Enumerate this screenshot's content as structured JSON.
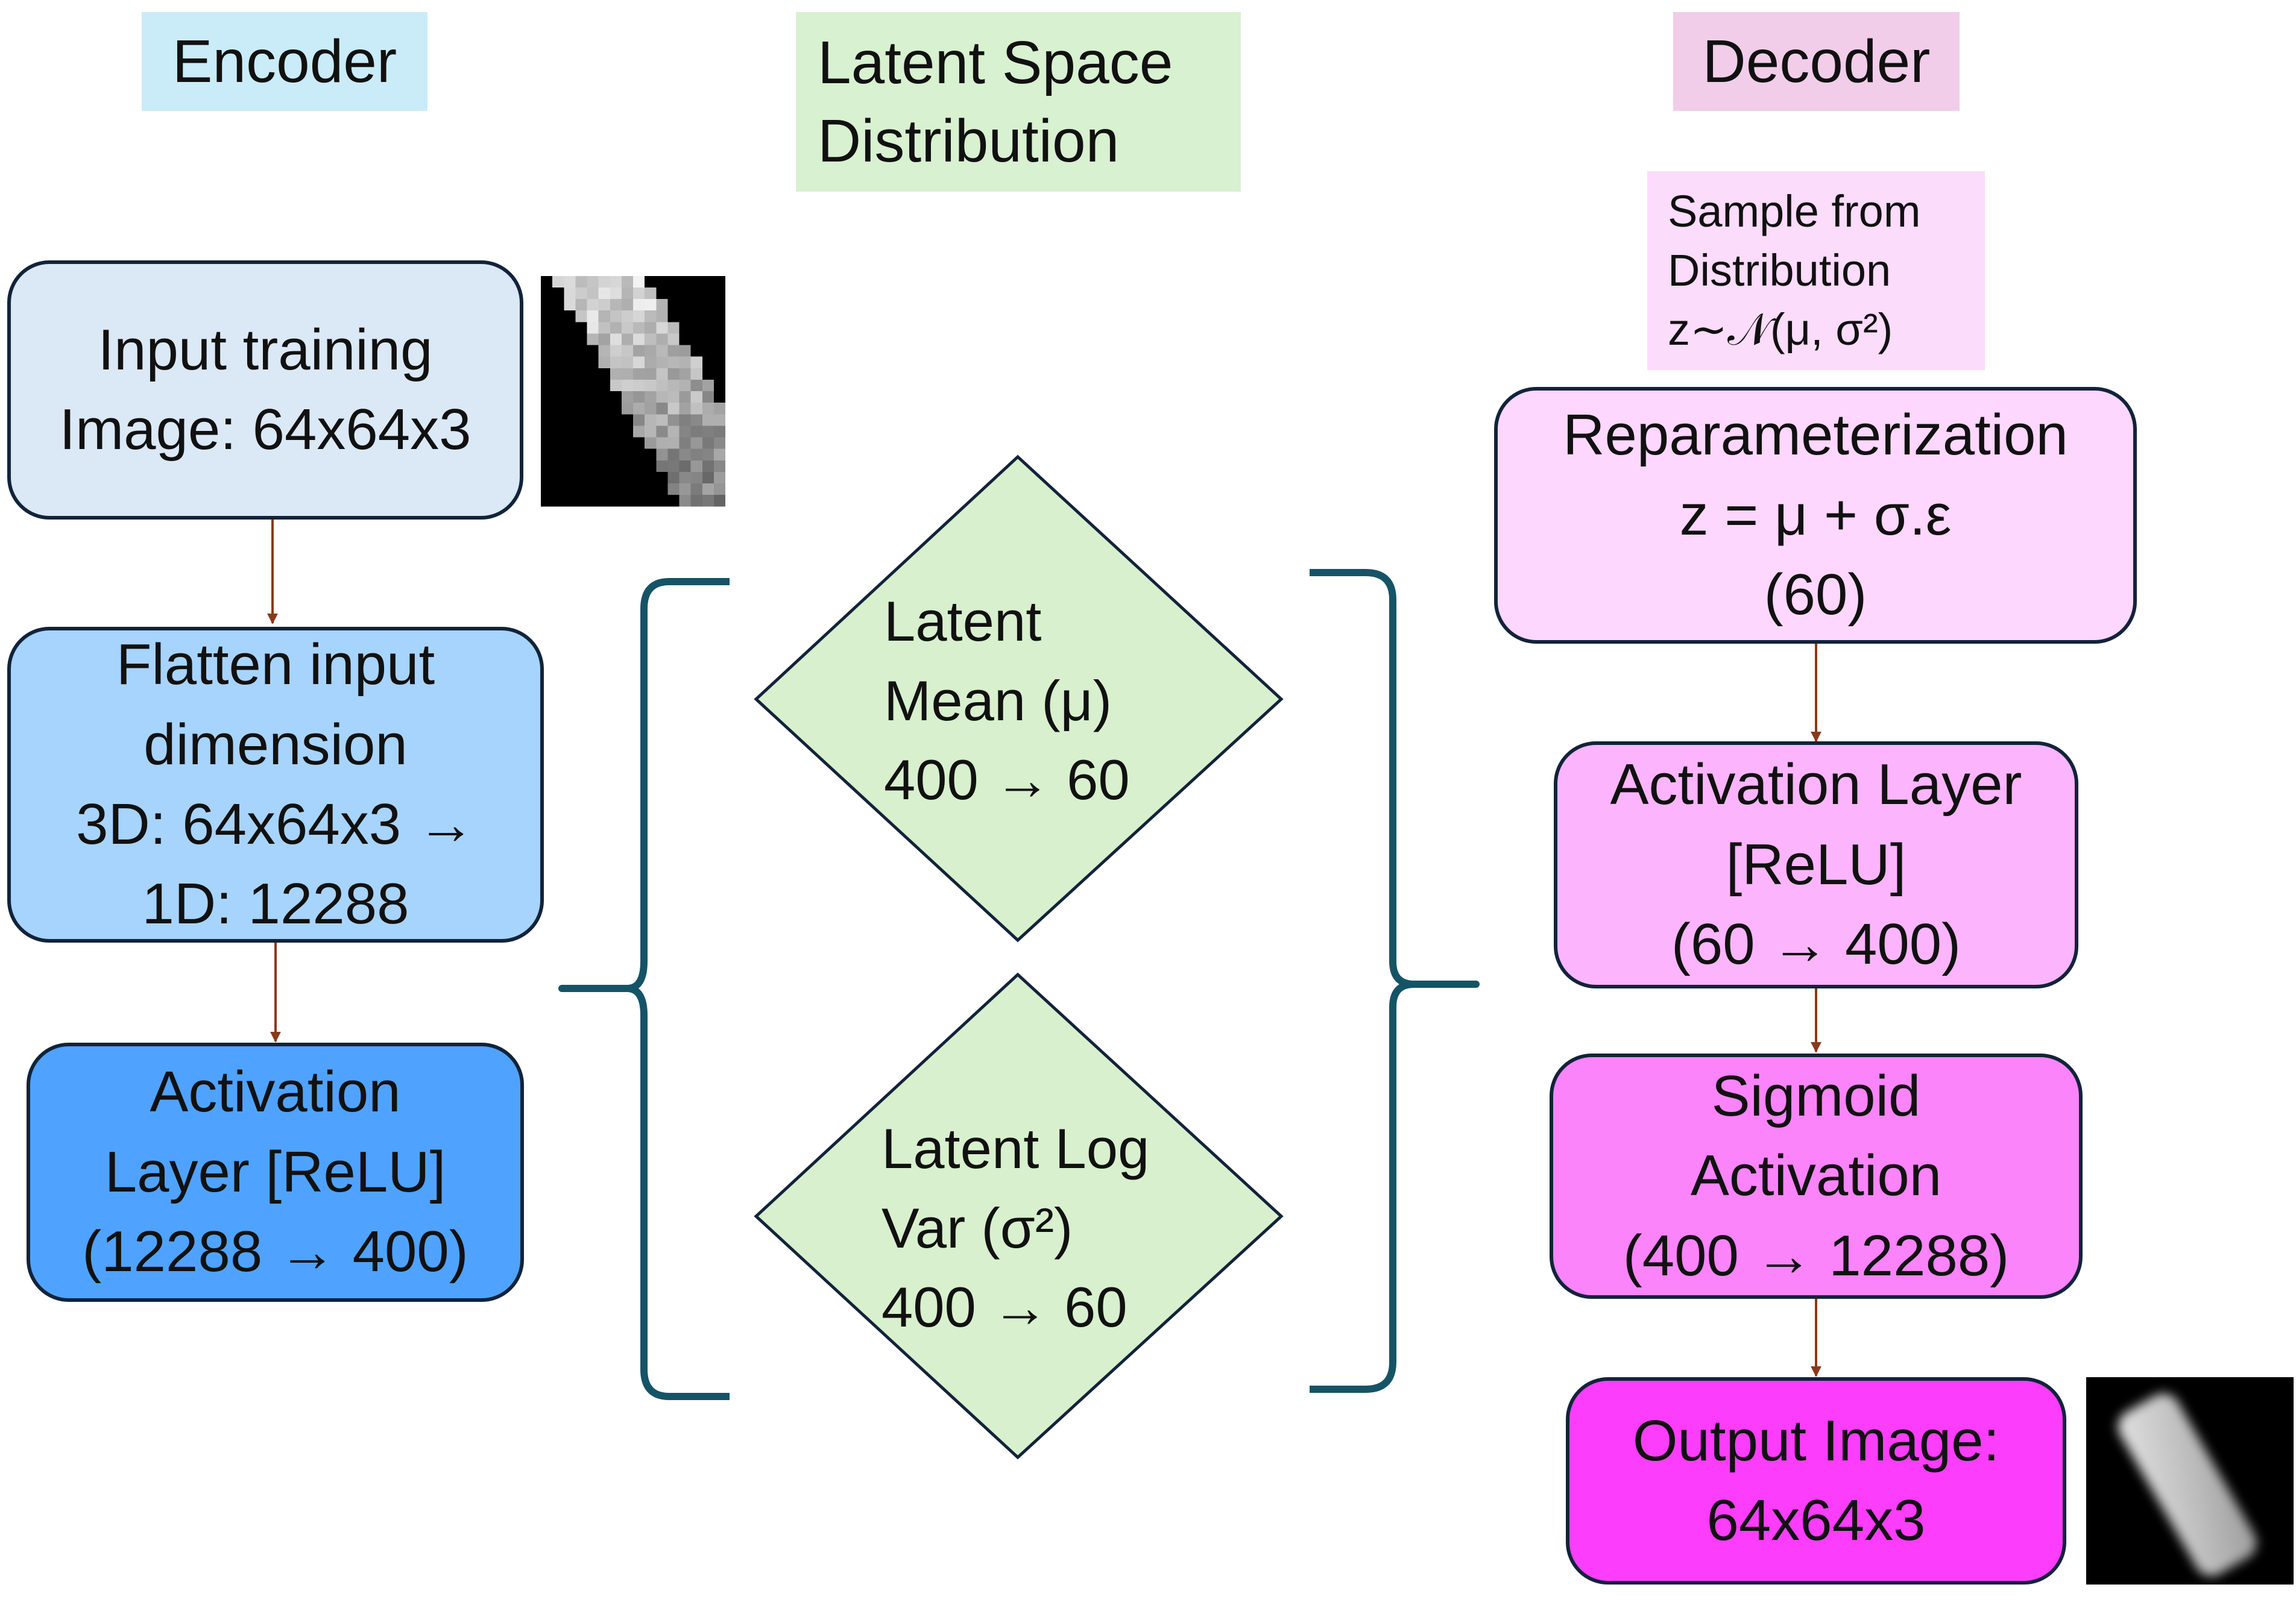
{
  "colors": {
    "encoder_header": "#c9ecf8",
    "latent_header": "#d8f1d0",
    "decoder_header": "#f1cde9",
    "sample_note": "#fbdcfb",
    "input_box": "#dbe8f6",
    "flatten_box": "#a7d4fd",
    "enc_activation_box": "#4fa3ff",
    "diamond_fill": "#d8f0cd",
    "reparam_box": "#fdd7fd",
    "dec_activation_box": "#fcb5fc",
    "sigmoid_box": "#fb84fb",
    "output_box": "#fc3dfc",
    "arrow": "#8a3a1a",
    "brace": "#155466",
    "box_border": "#12233a"
  },
  "headers": {
    "encoder": "Encoder",
    "latent": [
      "Latent Space",
      "Distribution"
    ],
    "decoder": "Decoder"
  },
  "encoder": {
    "input_box": [
      "Input training",
      "Image: 64x64x3"
    ],
    "flatten_box": [
      "Flatten input",
      "dimension",
      "3D: 64x64x3 →",
      "1D: 12288"
    ],
    "activation_box": [
      "Activation",
      "Layer [ReLU]",
      "(12288 → 400)"
    ]
  },
  "latent": {
    "mean_diamond": [
      "Latent",
      "Mean (μ)",
      "400 → 60"
    ],
    "logvar_diamond": [
      "Latent Log",
      "Var (σ²)",
      "400 → 60"
    ]
  },
  "decoder": {
    "sample_note": [
      "Sample from",
      "Distribution",
      "z∼𝒩(μ, σ²)"
    ],
    "reparam_box": [
      "Reparameterization",
      "z = μ + σ.ε",
      "(60)"
    ],
    "activation_box": [
      "Activation Layer",
      "[ReLU]",
      "(60 → 400)"
    ],
    "sigmoid_box": [
      "Sigmoid",
      "Activation",
      "(400 → 12288)"
    ],
    "output_box": [
      "Output Image:",
      "64x64x3"
    ]
  },
  "images": {
    "input_thumb": "pixelated-grayscale-input-thumbnail",
    "output_thumb": "smooth-grayscale-reconstruction-thumbnail"
  }
}
